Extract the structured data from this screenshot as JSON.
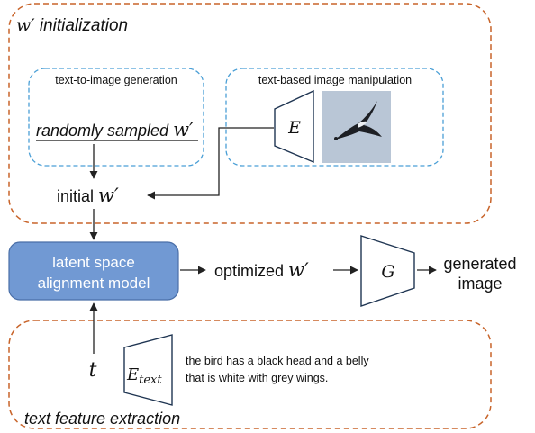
{
  "sections": {
    "init_title_prefix": "w′",
    "init_title_suffix": " initialization",
    "text_feature_title": "text feature extraction"
  },
  "subpanels": {
    "t2i_title": "text-to-image generation",
    "manip_title": "text-based image manipulation",
    "sampled_prefix": "randomly sampled ",
    "sampled_var": "w′"
  },
  "nodes": {
    "initial_prefix": "initial ",
    "initial_var": "w′",
    "alignment_line1": "latent space",
    "alignment_line2": "alignment model",
    "optimized_prefix": "optimized ",
    "optimized_var": "w′",
    "generated_line1": "generated",
    "generated_line2": "image",
    "encoder_E": "E",
    "generator_G": "G",
    "text_encoder_base": "E",
    "text_encoder_sub": "text",
    "t_symbol": "t"
  },
  "caption": {
    "line1": "the bird has a black head and a belly",
    "line2": "that is white with grey wings."
  },
  "colors": {
    "orange_dashed": "#c8642a",
    "blue_dashed": "#4a9fd6",
    "alignment_fill": "#7199d3",
    "alignment_text": "#ffffff",
    "sky": "#b9c6d6"
  }
}
